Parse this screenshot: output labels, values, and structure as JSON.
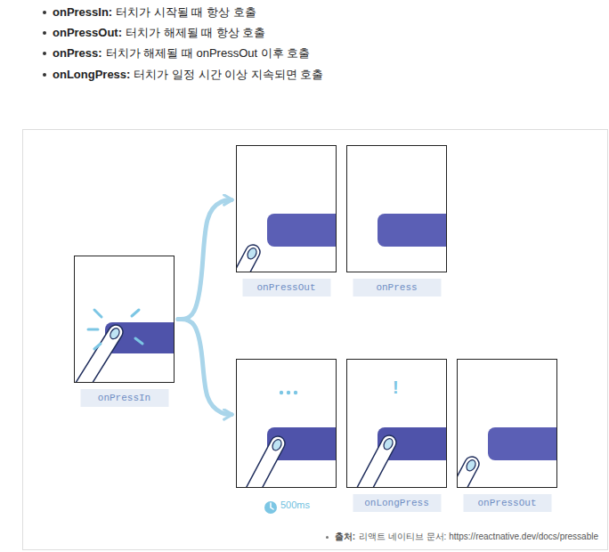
{
  "diagram": {
    "nodes": [
      {
        "text": [
          "onPressIn"
        ]
      },
      {
        "text": [
          "onPressOut"
        ]
      },
      {
        "text": [
          "onPress"
        ]
      },
      {
        "text": [
          "500ms"
        ]
      },
      {
        "text": [
          "onLongPress"
        ]
      },
      {
        "text": [
          "onPressOut"
        ]
      }
    ],
    "edges": [
      {
        "from": 0,
        "to": 1,
        "arrow": "to"
      },
      {
        "from": 0,
        "to": 3,
        "arrow": "to"
      }
    ],
    "labels": [
      "onPressIn:",
      "터치가 시작될 때 항상 호출",
      "onPressOut:",
      "터치가 해제될 때 항상 호출",
      "onPress:",
      "터치가 해제될 때 onPressOut 이후 호출",
      "onLongPress:",
      "터치가 일정 시간 이상 지속되면 호출",
      "!",
      "출처:",
      "리액트 네이티브 문서: https://reactnative.dev/docs/pressable"
    ]
  }
}
